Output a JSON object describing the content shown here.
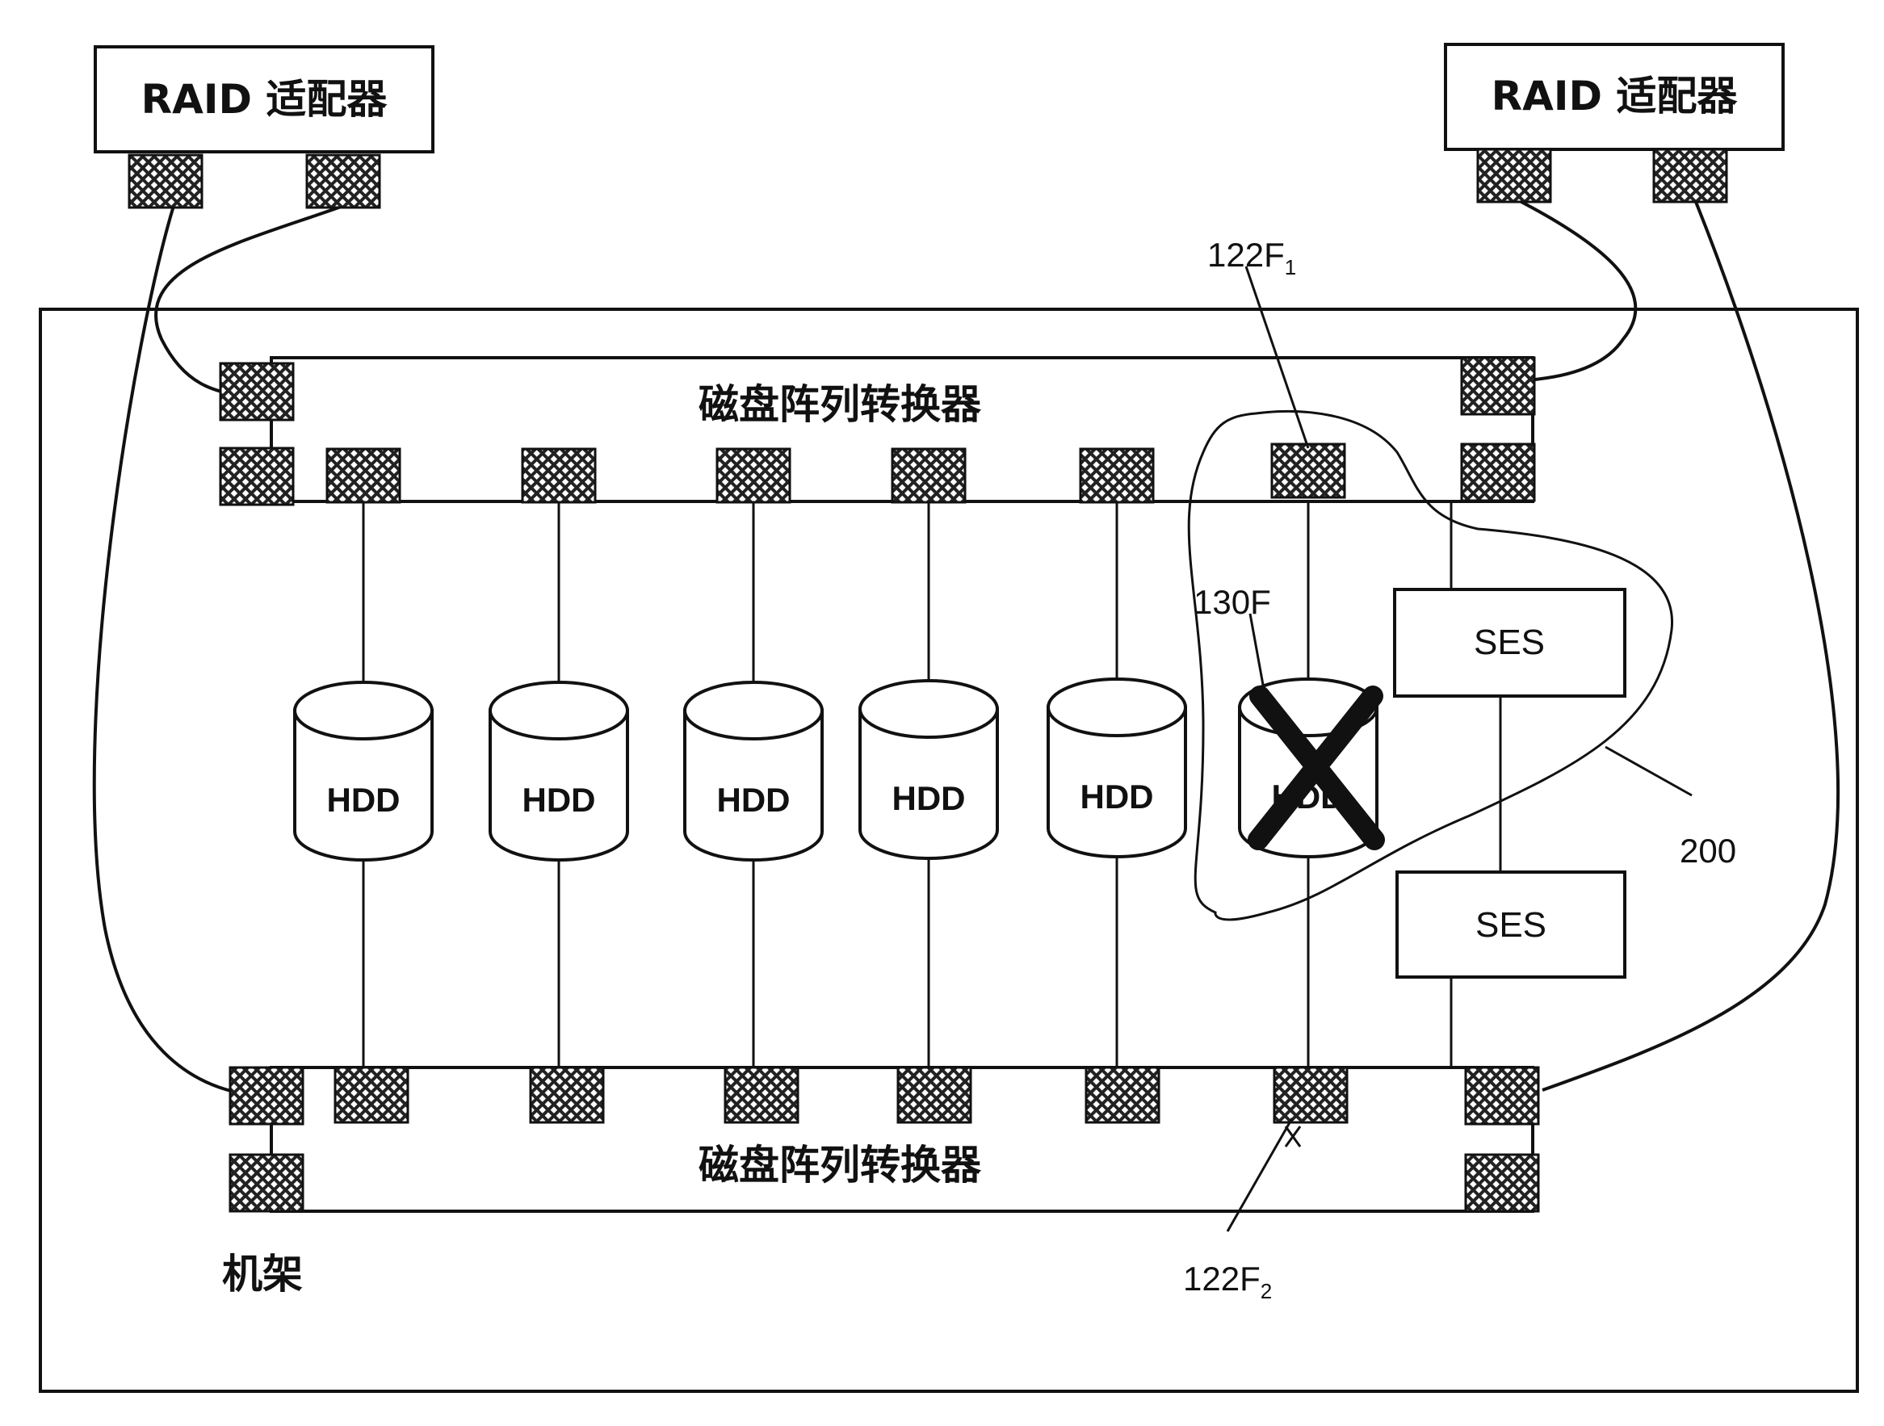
{
  "adapters": {
    "left_label": "RAID 适配器",
    "right_label": "RAID 适配器"
  },
  "switches": {
    "top_label": "磁盘阵列转换器",
    "bottom_label": "磁盘阵列转换器"
  },
  "drives": [
    "HDD",
    "HDD",
    "HDD",
    "HDD",
    "HDD",
    "HDD"
  ],
  "failed_drive_index": 5,
  "ses": {
    "upper_label": "SES",
    "lower_label": "SES"
  },
  "rack_label": "机架",
  "callouts": {
    "port_top": {
      "base": "122F",
      "sub": "1"
    },
    "port_bottom": {
      "base": "122F",
      "sub": "2"
    },
    "failed_drive": "130F",
    "region": "200"
  },
  "colors": {
    "stroke": "#111111",
    "port_fill": "#2a2a2a",
    "background": "#ffffff"
  }
}
